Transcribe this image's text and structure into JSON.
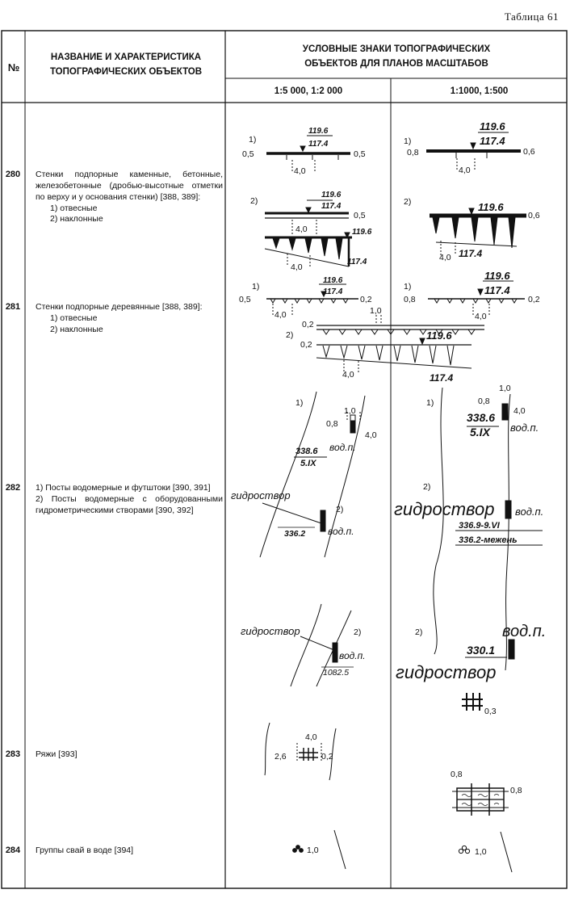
{
  "table_title": "Таблица 61",
  "headers": {
    "no": "№",
    "name_line1": "НАЗВАНИЕ И ХАРАКТЕРИСТИКА",
    "name_line2": "ТОПОГРАФИЧЕСКИХ ОБЪЕКТОВ",
    "signs_line1": "УСЛОВНЫЕ ЗНАКИ ТОПОГРАФИЧЕСКИХ",
    "signs_line2": "ОБЪЕКТОВ ДЛЯ ПЛАНОВ МАСШТАБОВ",
    "scale_small": "1:5 000, 1:2 000",
    "scale_large": "1:1000, 1:500"
  },
  "rows": [
    {
      "no": "280",
      "desc": "Стенки подпорные каменные, бетонные, железобетонные (дробью-высотные отметки по верху и у основания стенки) [388, 389]:",
      "subs": [
        "1) отвесные",
        "2) наклонные"
      ]
    },
    {
      "no": "281",
      "desc": "Стенки подпорные деревянные [388, 389]:",
      "subs": [
        "1) отвесные",
        "2) наклонные"
      ]
    },
    {
      "no": "282",
      "desc": "1) Посты водомерные и футштоки [390, 391]",
      "desc2": "2) Посты водомерные с оборудованными гидрометрическими створами [390, 392]"
    },
    {
      "no": "283",
      "desc": "Ряжи [393]"
    },
    {
      "no": "284",
      "desc": "Группы свай в воде [394]"
    }
  ],
  "symbols": {
    "one": "1)",
    "two": "2)",
    "top_mark": "119.6",
    "bottom_mark": "117.4",
    "dim_0_5": "0,5",
    "dim_0_6": "0,6",
    "dim_0_8": "0,8",
    "dim_0_2": "0,2",
    "dim_1_0": "1,0",
    "dim_4_0": "4,0",
    "dim_2_6": "2,6",
    "dim_0_3": "0,3",
    "gauge_mark": "338.6",
    "gauge_date": "5.IX",
    "water_post": "вод.п.",
    "hydro_target": "гидроствор",
    "mark_336_2": "336.2",
    "mark_336_9": "336.9-9.VI",
    "mark_336_2_low": "336.2-межень",
    "mark_1082_5": "1082.5",
    "mark_330_1": "330.1"
  }
}
